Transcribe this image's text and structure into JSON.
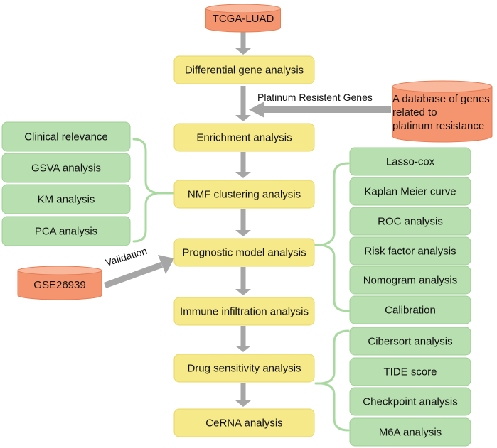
{
  "colors": {
    "yellow_fill": "#f5e98a",
    "yellow_stroke": "#e8d766",
    "green_fill": "#b8dfb0",
    "green_stroke": "#9fcf95",
    "orange_fill": "#f4956f",
    "orange_top": "#f9b89b",
    "orange_stroke": "#e57d55",
    "arrow": "#a6a6a6",
    "bracket": "#a9d9a0"
  },
  "sources": {
    "tcga": "TCGA-LUAD",
    "gse": "GSE26939",
    "platinum_db_lines": [
      "A database of genes",
      "related to",
      "platinum resistance"
    ]
  },
  "main_flow": [
    "Differential gene analysis",
    "Enrichment analysis",
    "NMF clustering analysis",
    "Prognostic model analysis",
    "Immune infiltration analysis",
    "Drug sensitivity analysis",
    "CeRNA analysis"
  ],
  "left_group": [
    "Clinical relevance",
    "GSVA analysis",
    "KM analysis",
    "PCA analysis"
  ],
  "right_group_model": [
    "Lasso-cox",
    "Kaplan Meier curve",
    "ROC analysis",
    "Risk factor analysis",
    "Nomogram analysis",
    "Calibration"
  ],
  "right_group_immune": [
    "Cibersort analysis",
    "TIDE score",
    "Checkpoint analysis",
    "M6A analysis"
  ],
  "labels": {
    "platinum_genes": "Platinum Resistent Genes",
    "validation": "Validation"
  }
}
